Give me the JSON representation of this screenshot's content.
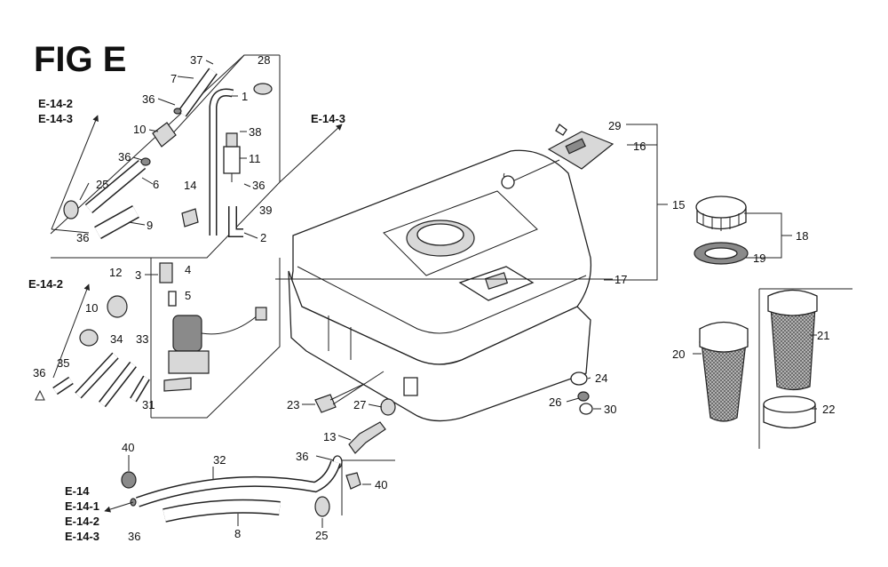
{
  "figure": {
    "title": "FIG E"
  },
  "refs": {
    "r1": "E-14-2",
    "r2": "E-14-3",
    "r3": "E-14-3",
    "r4": "E-14-2",
    "r5": "E-14",
    "r6": "E-14-1",
    "r7": "E-14-2",
    "r8": "E-14-3"
  },
  "callouts": {
    "c37": "37",
    "c7": "7",
    "c28": "28",
    "c36a": "36",
    "c1": "1",
    "c10a": "10",
    "c38": "38",
    "c36b": "36",
    "c11": "11",
    "c25a": "25",
    "c6": "6",
    "c36c": "36",
    "c14": "14",
    "c39": "39",
    "c9": "9",
    "c36d": "36",
    "c2": "2",
    "c3": "3",
    "c4": "4",
    "c5": "5",
    "c12": "12",
    "c10b": "10",
    "c34": "34",
    "c33": "33",
    "c35": "35",
    "c36e": "36",
    "c31": "31",
    "c29": "29",
    "c16": "16",
    "c15": "15",
    "c18": "18",
    "c19": "19",
    "c17": "17",
    "c20": "20",
    "c21": "21",
    "c24": "24",
    "c23": "23",
    "c27": "27",
    "c26": "26",
    "c30": "30",
    "c22": "22",
    "c13": "13",
    "c40a": "40",
    "c32": "32",
    "c36f": "36",
    "c40b": "40",
    "c36g": "36",
    "c8": "8",
    "c25b": "25"
  }
}
